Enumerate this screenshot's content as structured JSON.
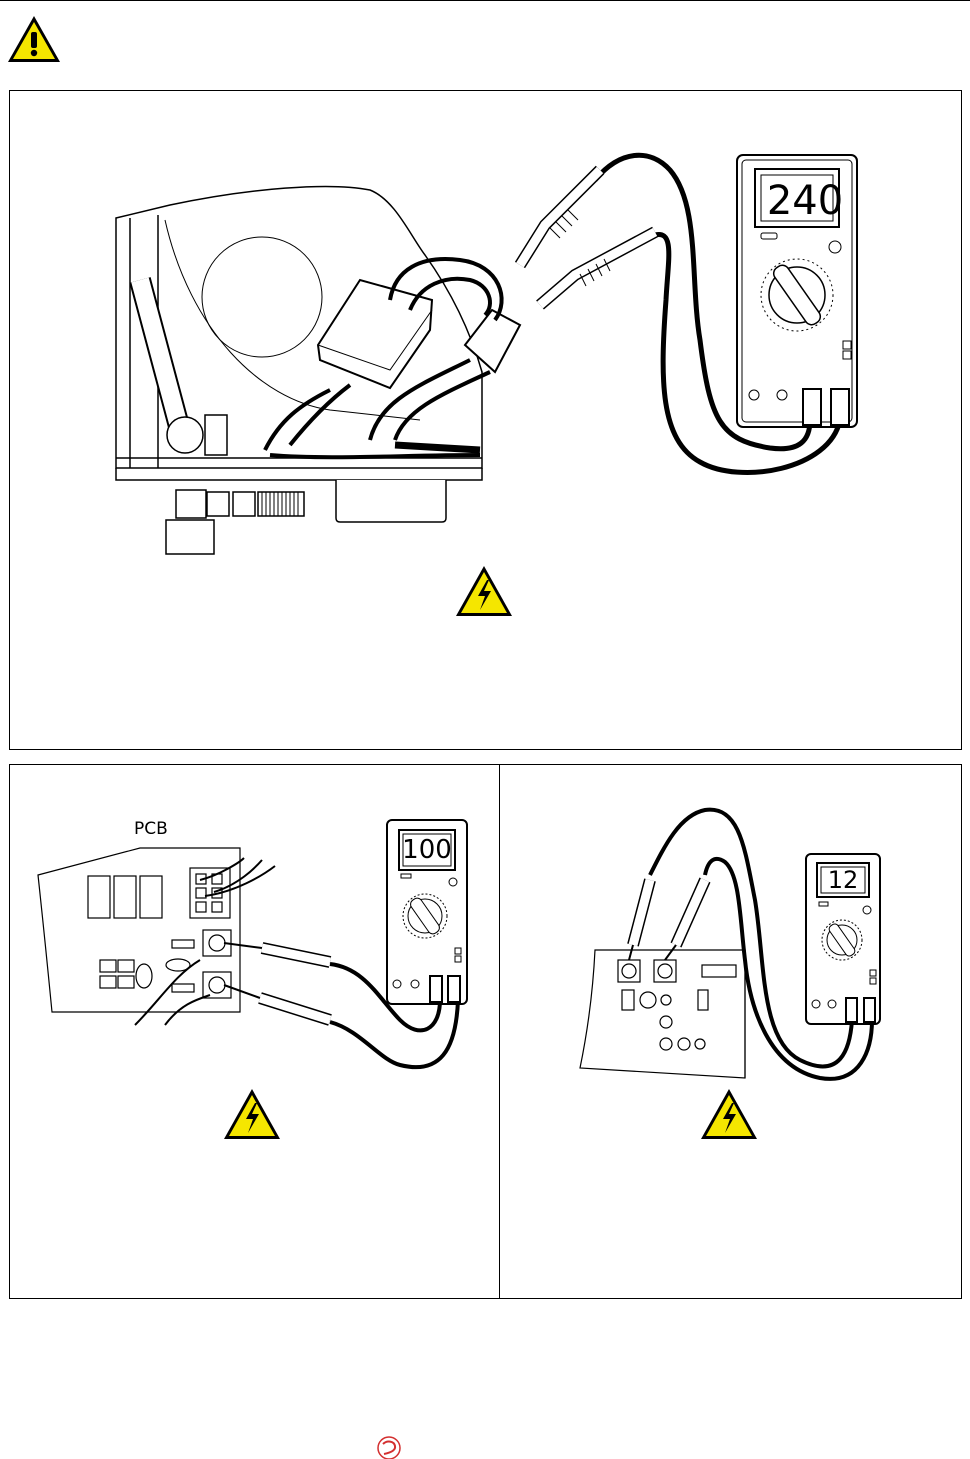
{
  "header": {
    "icon": "general-warning-icon"
  },
  "figure_top": {
    "meter_display": "240",
    "icon": "electrical-hazard-icon"
  },
  "figure_bottom_left": {
    "board_label": "PCB",
    "meter_display": "100",
    "icon": "electrical-hazard-icon"
  },
  "figure_bottom_right": {
    "meter_display": "12",
    "icon": "electrical-hazard-icon"
  },
  "footer": {
    "logo": "rheem-logo"
  },
  "colors": {
    "warning_yellow": "#f5e600",
    "logo_red": "#d32f2f",
    "line": "#000000"
  }
}
